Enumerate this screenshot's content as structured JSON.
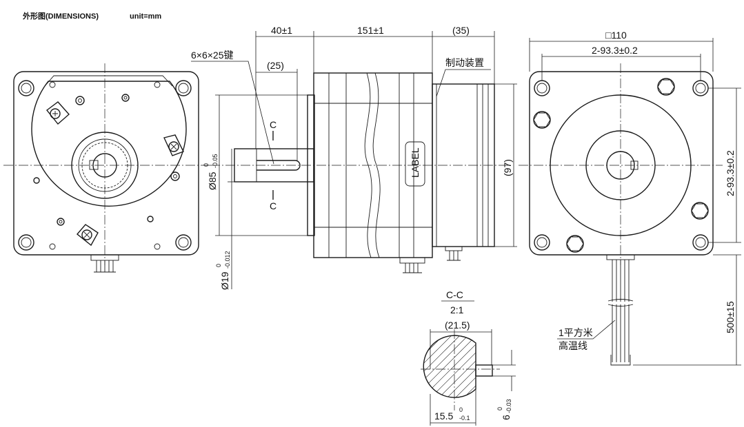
{
  "header": {
    "title": "外形图(DIMENSIONS)",
    "unit": "unit=mm"
  },
  "side": {
    "dim_flange": "40±1",
    "dim_body": "151±1",
    "dim_brake": "(35)",
    "dim_key": "(25)",
    "key_label": "6×6×25键",
    "brake_label": "制动装置",
    "shaft_label": "Ø19",
    "shaft_tol_upper": "0",
    "shaft_tol_lower": "-0.012",
    "pilot_label": "Ø85",
    "pilot_tol_upper": "0",
    "pilot_tol_lower": "-0.05",
    "body_height": "(97)",
    "label_text": "LABEL",
    "section_mark": "C"
  },
  "front": {
    "square": "□110",
    "hole_spacing_h": "2-93.3±0.2",
    "hole_spacing_v": "2-93.3±0.2",
    "lead_length": "500±15",
    "wire_label_1": "1平方米",
    "wire_label_2": "高温线"
  },
  "section": {
    "title": "C-C",
    "scale": "2:1",
    "dim_dia": "(21.5)",
    "dim_flat": "15.5",
    "flat_tol_upper": "0",
    "flat_tol_lower": "-0.1",
    "dim_key": "6",
    "key_tol_upper": "0",
    "key_tol_lower": "-0.03"
  }
}
